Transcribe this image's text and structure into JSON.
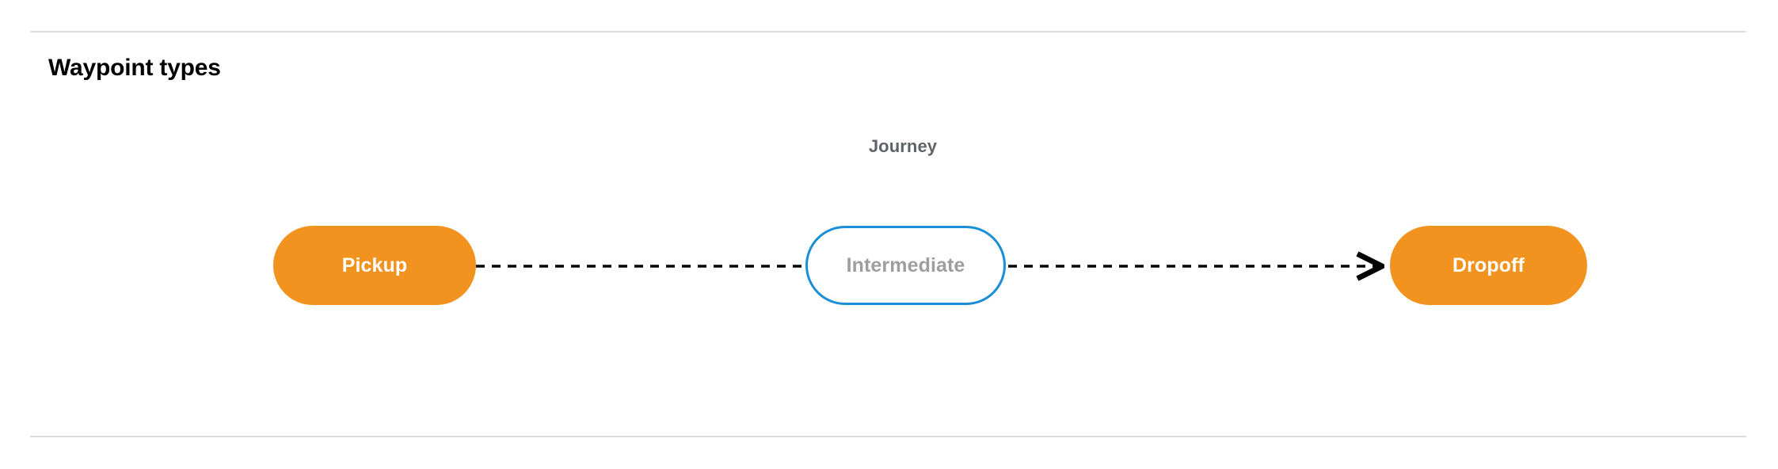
{
  "page": {
    "title": "Waypoint types",
    "background_color": "#ffffff",
    "divider_color": "#dadce0"
  },
  "diagram": {
    "group_label": "Journey",
    "group_label_color": "#5f6368",
    "type": "flow",
    "nodes": [
      {
        "id": "pickup",
        "label": "Pickup",
        "style": "filled",
        "fill_color": "#f2931f",
        "text_color": "#ffffff",
        "border_color": "none"
      },
      {
        "id": "intermediate",
        "label": "Intermediate",
        "style": "outlined",
        "fill_color": "#ffffff",
        "text_color": "#9e9e9e",
        "border_color": "#1a8fd6"
      },
      {
        "id": "dropoff",
        "label": "Dropoff",
        "style": "filled",
        "fill_color": "#f2931f",
        "text_color": "#ffffff",
        "border_color": "none"
      }
    ],
    "edges": [
      {
        "id": "pickup-to-intermediate",
        "from": "pickup",
        "to": "intermediate",
        "line_style": "dashed",
        "color": "#000000",
        "arrowhead": false
      },
      {
        "id": "intermediate-to-dropoff",
        "from": "intermediate",
        "to": "dropoff",
        "line_style": "dashed",
        "color": "#000000",
        "arrowhead": true
      }
    ]
  }
}
